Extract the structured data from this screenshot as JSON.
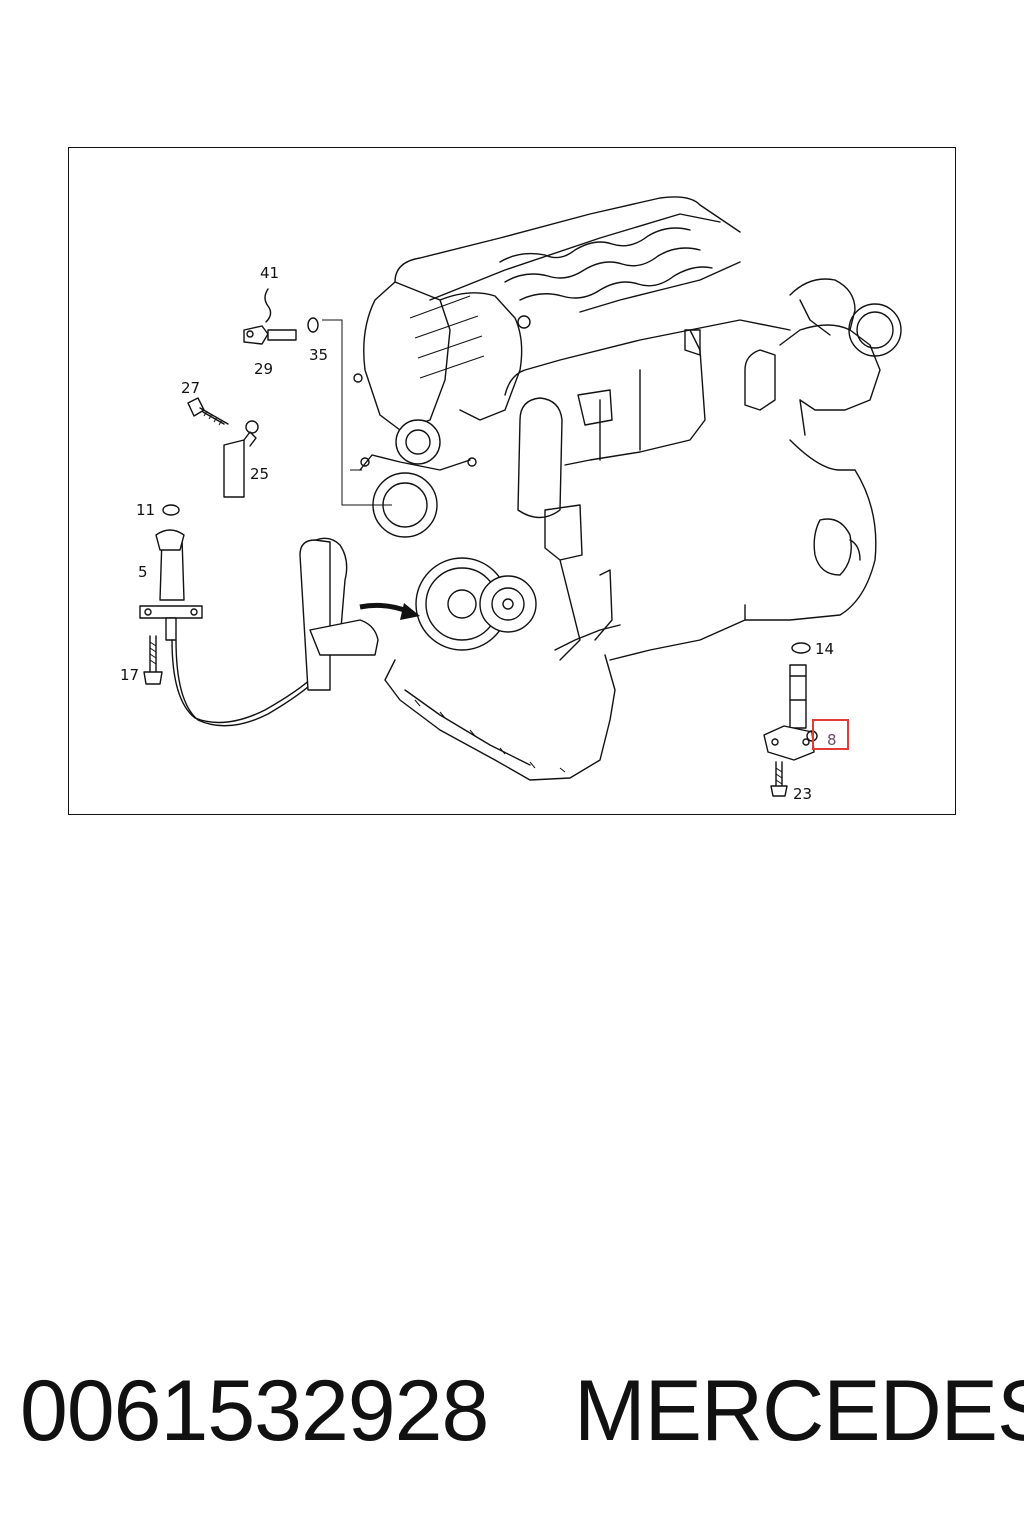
{
  "diagram": {
    "callouts": [
      "41",
      "35",
      "29",
      "27",
      "25",
      "11",
      "5",
      "17",
      "14",
      "8",
      "23"
    ],
    "highlight_color": "#e53935",
    "highlighted_callout": "8"
  },
  "caption": {
    "part_number": "0061532928",
    "brand": "MERCEDES"
  }
}
